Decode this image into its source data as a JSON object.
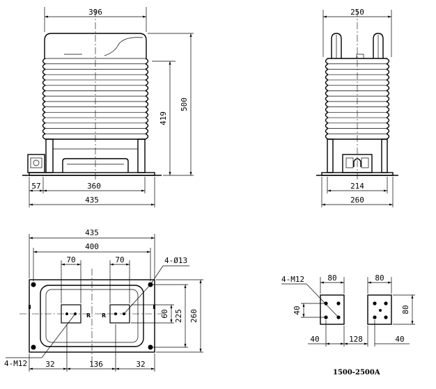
{
  "front_view": {
    "width_top": "396",
    "height_total": "500",
    "height_fins": "419",
    "base_offset": "57",
    "base_hole_span": "360",
    "base_width": "435"
  },
  "side_view": {
    "width_top": "250",
    "hole_span": "214",
    "base_width": "260"
  },
  "plan_view": {
    "overall_width": "435",
    "hole_span_x": "400",
    "terminal_width_left": "70",
    "terminal_width_right": "70",
    "mount_holes": "4-Ø13",
    "terminal_bolts": "4-M12",
    "offset_left": "32",
    "terminal_span": "136",
    "offset_right": "32",
    "terminal_height": "60",
    "hole_span_y": "225",
    "overall_depth": "260",
    "marker_left": "R",
    "marker_right": "R"
  },
  "terminal_detail": {
    "bolts": "4-M12",
    "pad_width_left": "80",
    "pad_width_right": "80",
    "hole_spacing_left": "40",
    "hole_spacing_right": "80",
    "edge_left": "40",
    "pad_gap": "128",
    "edge_right": "40",
    "caption": "1500-2500A"
  }
}
